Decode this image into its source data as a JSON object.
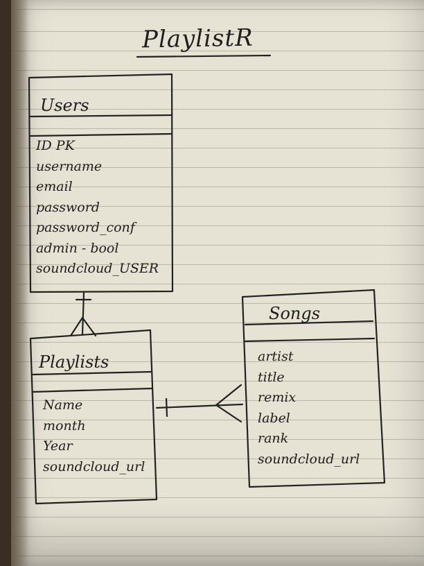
{
  "diagram": {
    "title": "PlaylistR",
    "entities": [
      {
        "name": "Users",
        "attributes": [
          "ID PK",
          "username",
          "email",
          "password",
          "password_conf",
          "admin - bool",
          "soundcloud_USER"
        ]
      },
      {
        "name": "Playlists",
        "attributes": [
          "Name",
          "month",
          "Year",
          "soundcloud_url"
        ]
      },
      {
        "name": "Songs",
        "attributes": [
          "artist",
          "title",
          "remix",
          "label",
          "rank",
          "soundcloud_url"
        ]
      }
    ],
    "relationships": [
      {
        "from": "Users",
        "to": "Playlists",
        "from_cardinality": "one",
        "to_cardinality": "many"
      },
      {
        "from": "Playlists",
        "to": "Songs",
        "from_cardinality": "one",
        "to_cardinality": "many"
      }
    ]
  },
  "colors": {
    "paper": "#e6e2d4",
    "rule_line": "#7882968c",
    "ink": "#1e1e1e",
    "background": "#3a2e24"
  }
}
